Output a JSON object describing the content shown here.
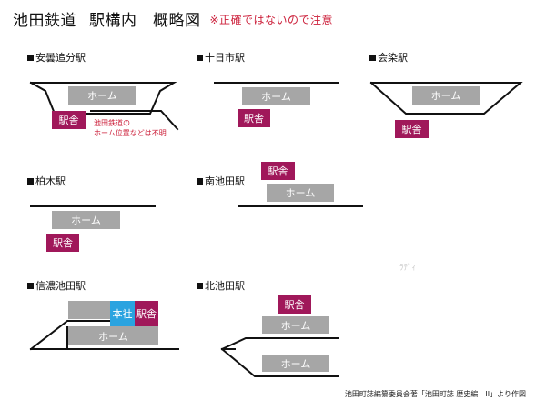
{
  "title": {
    "main": "池田鉄道",
    "sub": "駅構内　概略図",
    "note": "※正確ではないので注意"
  },
  "labels": {
    "platform": "ホーム",
    "station_building": "駅舎",
    "head_office": "本社"
  },
  "stations": {
    "anbaoi": {
      "name": "安曇追分駅",
      "note_line1": "池田鉄道の",
      "note_line2": "ホーム位置などは不明"
    },
    "tokaichi": {
      "name": "十日市駅"
    },
    "aizome": {
      "name": "会染駅"
    },
    "kashiwagi": {
      "name": "柏木駅"
    },
    "minami_ikeda": {
      "name": "南池田駅"
    },
    "shinano_ikeda": {
      "name": "信濃池田駅"
    },
    "kita_ikeda": {
      "name": "北池田駅"
    }
  },
  "watermark": "ﾗﾃﾞｨ",
  "credit": "池田町誌編纂委員会著「池田町誌 歴史編　II」より作図",
  "colors": {
    "platform": "#a6a6a6",
    "station_building": "#a0185a",
    "head_office": "#2aa3e0",
    "note": "#cc1f3a"
  }
}
